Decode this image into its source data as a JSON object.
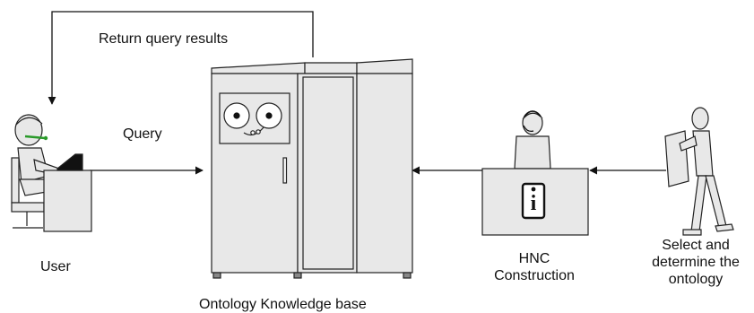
{
  "labels": {
    "return_arrow": "Return query results",
    "query_arrow": "Query",
    "user": "User",
    "knowledge_base": "Ontology Knowledge base",
    "hnc_line1": "HNC",
    "hnc_line2": "Construction",
    "select_line1": "Select and",
    "select_line2": "determine the",
    "select_line3": "ontology"
  },
  "icons": {
    "user": "user-at-computer-icon",
    "knowledge_base": "server-cabinet-icon",
    "hnc": "operator-at-desk-icon",
    "selector": "person-carrying-document-icon"
  },
  "colors": {
    "fill": "#e8e8e8",
    "stroke": "#222222",
    "headset": "#2a9a2a"
  }
}
